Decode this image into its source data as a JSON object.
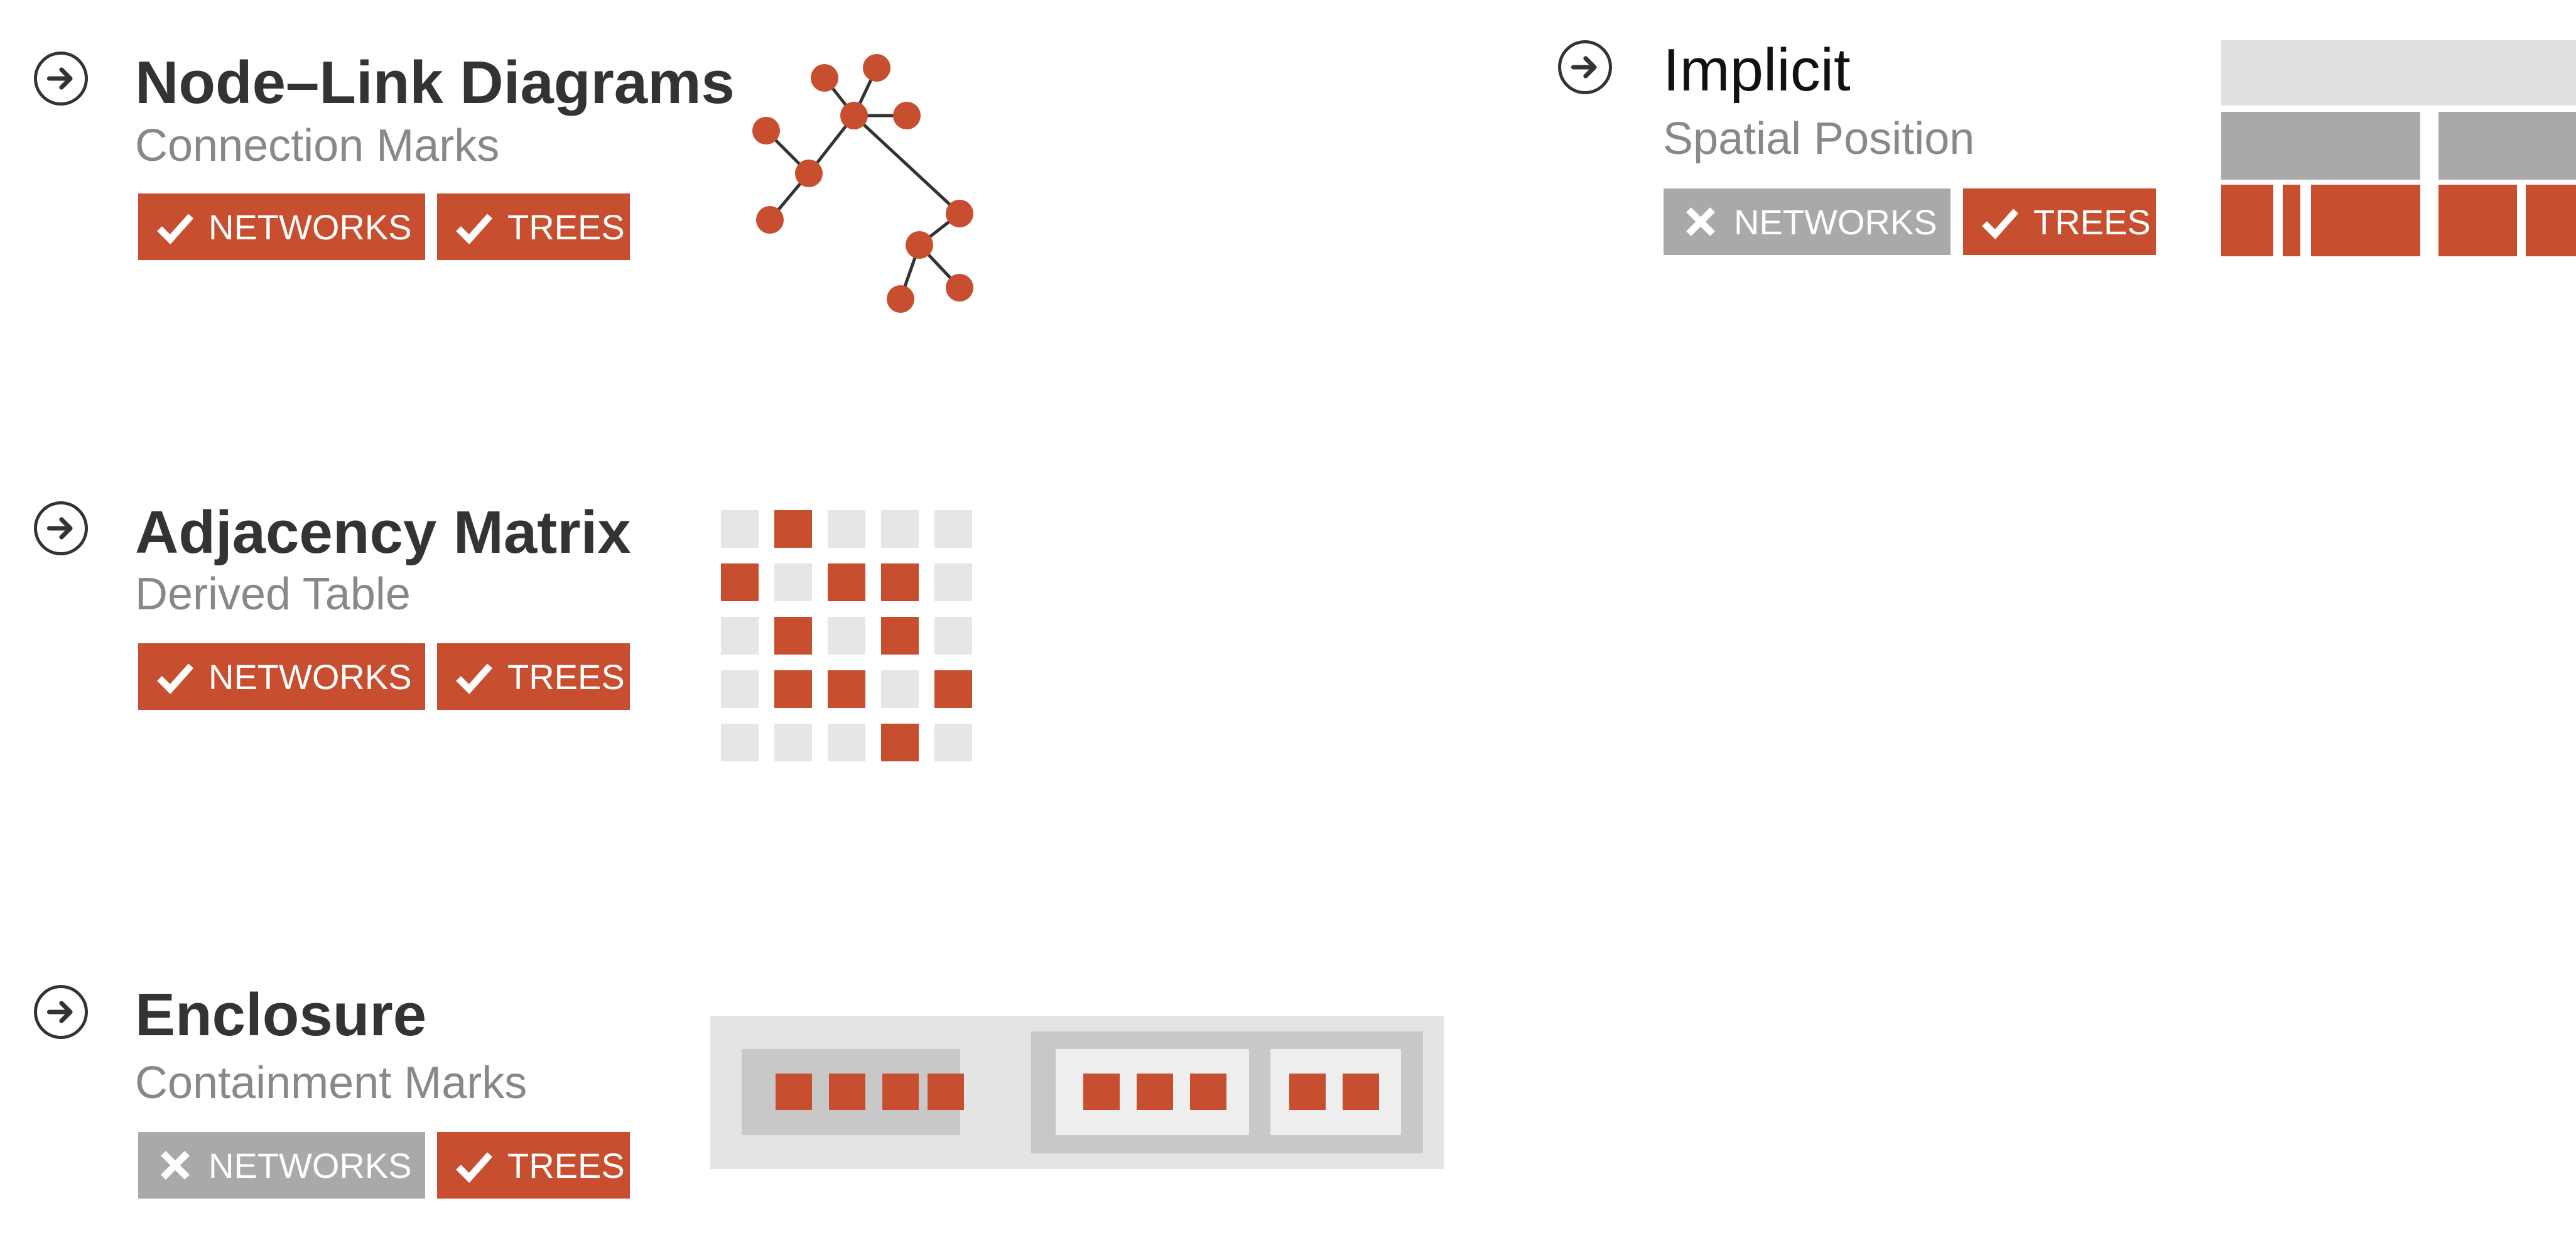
{
  "colors": {
    "accent": "#c74e2e",
    "disabled": "#a9a9a9",
    "text_dark": "#333333",
    "text_sub": "#888888"
  },
  "sections": {
    "node_link": {
      "title": "Node–Link Diagrams",
      "subtitle": "Connection Marks",
      "badges": [
        {
          "label": "NETWORKS",
          "supported": true,
          "icon": "check-icon"
        },
        {
          "label": "TREES",
          "supported": true,
          "icon": "check-icon"
        }
      ]
    },
    "adjacency": {
      "title": "Adjacency Matrix",
      "subtitle": "Derived Table",
      "badges": [
        {
          "label": "NETWORKS",
          "supported": true,
          "icon": "check-icon"
        },
        {
          "label": "TREES",
          "supported": true,
          "icon": "check-icon"
        }
      ],
      "matrix": [
        [
          0,
          1,
          0,
          0,
          0
        ],
        [
          1,
          0,
          1,
          1,
          0
        ],
        [
          0,
          1,
          0,
          1,
          0
        ],
        [
          0,
          1,
          1,
          0,
          1
        ],
        [
          0,
          0,
          0,
          1,
          0
        ]
      ]
    },
    "enclosure": {
      "title": "Enclosure",
      "subtitle": "Containment Marks",
      "badges": [
        {
          "label": "NETWORKS",
          "supported": false,
          "icon": "x-icon"
        },
        {
          "label": "TREES",
          "supported": true,
          "icon": "check-icon"
        }
      ]
    },
    "implicit": {
      "title": "Implicit",
      "subtitle": "Spatial Position",
      "badges": [
        {
          "label": "NETWORKS",
          "supported": false,
          "icon": "x-icon"
        },
        {
          "label": "TREES",
          "supported": true,
          "icon": "check-icon"
        }
      ]
    }
  },
  "icons": {
    "section_marker": "arrow-circle-icon"
  }
}
